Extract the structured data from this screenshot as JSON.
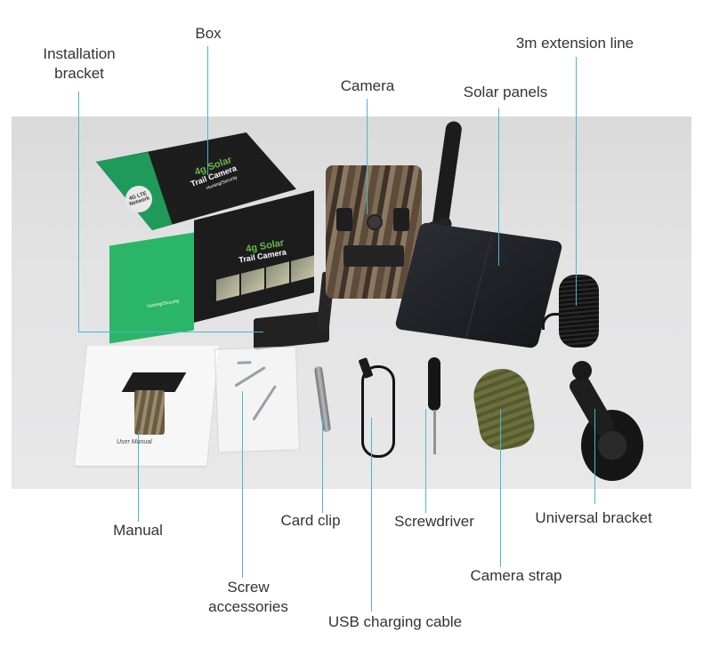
{
  "diagram": {
    "type": "product-components-callout",
    "subject": "4G Solar Trail Camera package contents",
    "line_color": "#4ab4d0",
    "text_color": "#333333",
    "photo_background": "#e3e3e4"
  },
  "labels": {
    "installation_bracket": {
      "line1": "Installation",
      "line2": "bracket"
    },
    "box": "Box",
    "camera": "Camera",
    "solar_panels": "Solar panels",
    "extension_line": "3m extension line",
    "manual": "Manual",
    "card_clip": "Card clip",
    "screw_accessories": {
      "line1": "Screw",
      "line2": "accessories"
    },
    "usb_cable": "USB charging cable",
    "screwdriver": "Screwdriver",
    "camera_strap": "Camera strap",
    "universal_bracket": "Universal bracket"
  },
  "product": {
    "box_top_title": "4g Solar",
    "box_top_subtitle": "Trail Camera",
    "box_top_tag": "Hunting/Security",
    "box_badge": "4G LTE Network",
    "box_front_title": "4g Solar",
    "box_front_subtitle": "Trail Camera",
    "box_side_tag": "Hunting/Security",
    "manual_cover_text": "User Manual"
  }
}
